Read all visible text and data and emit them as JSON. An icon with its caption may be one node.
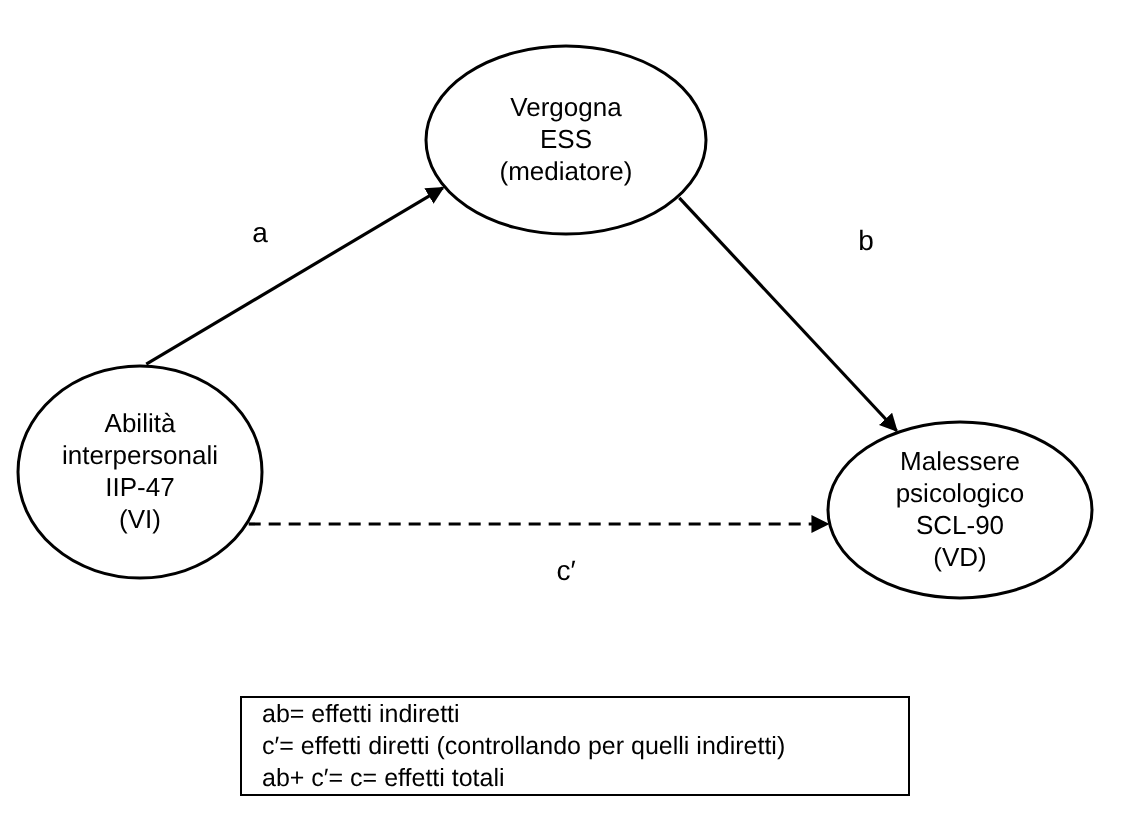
{
  "diagram": {
    "nodes": [
      {
        "text": [
          "Abilità",
          "interpersonali",
          "IIP-47",
          "(VI)"
        ]
      },
      {
        "text": [
          "Vergogna",
          "ESS",
          "(mediatore)"
        ]
      },
      {
        "text": [
          "Malessere",
          "psicologico",
          "SCL-90",
          "(VD)"
        ]
      },
      {
        "text": [
          "ab= effetti indiretti",
          "c′= effetti diretti (controllando per quelli indiretti)",
          "ab+ c′= c= effetti totali"
        ]
      }
    ],
    "edges": [
      {
        "from": 0,
        "to": 1,
        "arrow": "to",
        "label": "a"
      },
      {
        "from": 1,
        "to": 2,
        "arrow": "to",
        "label": "b"
      },
      {
        "from": 0,
        "to": 2,
        "arrow": "to",
        "label": "c′",
        "style": "dashed"
      }
    ]
  }
}
